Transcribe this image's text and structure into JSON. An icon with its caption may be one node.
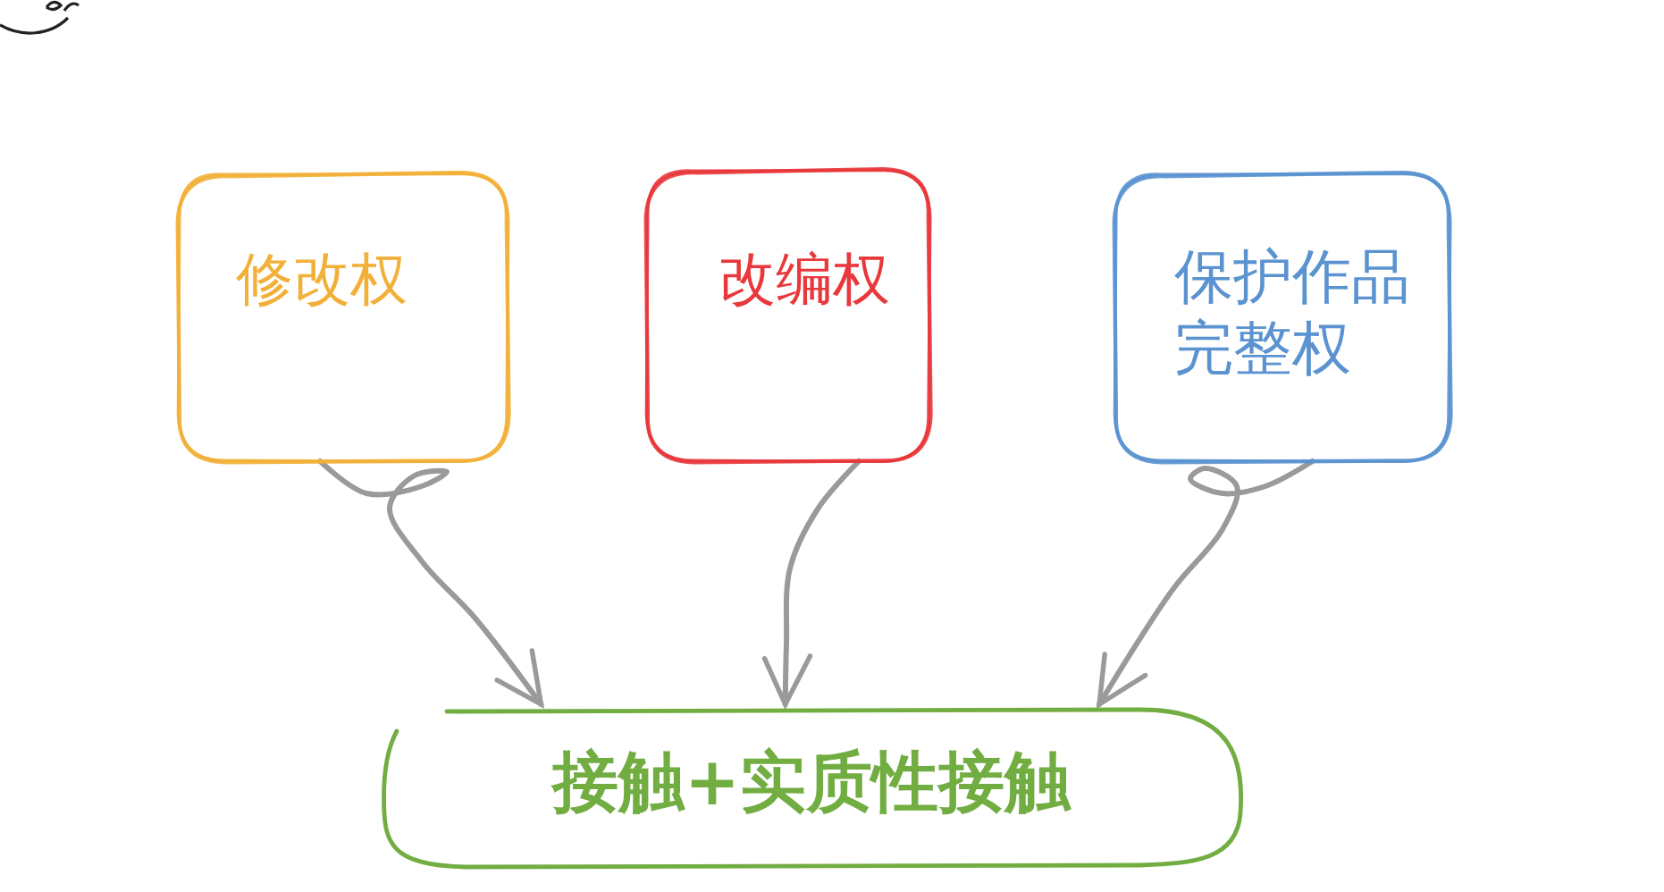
{
  "diagram": {
    "nodes": [
      {
        "text": [
          "修改权"
        ]
      },
      {
        "text": [
          "改编权"
        ]
      },
      {
        "text": [
          "保护作品完整权"
        ]
      },
      {
        "text": [
          "接触+实质性接触"
        ]
      }
    ],
    "edges": [
      {
        "from": 0,
        "to": 3,
        "arrow": "to"
      },
      {
        "from": 1,
        "to": 3,
        "arrow": "to"
      },
      {
        "from": 2,
        "to": 3,
        "arrow": "to"
      }
    ]
  }
}
